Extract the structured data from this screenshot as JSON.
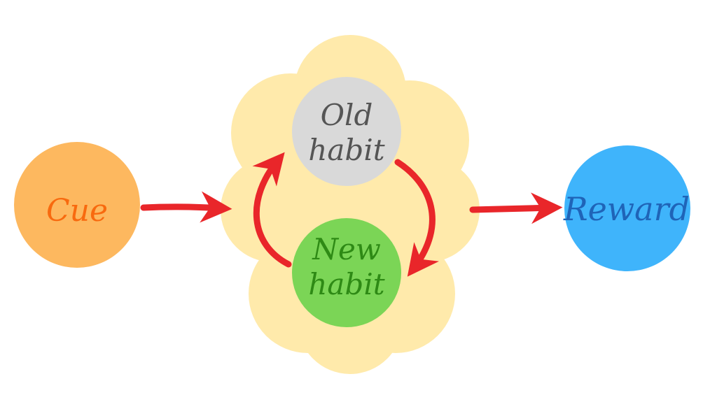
{
  "nodes": {
    "cue": {
      "line1": "Cue",
      "fill": "#FDB85F",
      "text_color": "#F86A0F"
    },
    "old_habit": {
      "line1": "Old",
      "line2": "habit",
      "fill": "#D9D9D9",
      "text_color": "#555555"
    },
    "new_habit": {
      "line1": "New",
      "line2": "habit",
      "fill": "#7BD556",
      "text_color": "#2E8A15"
    },
    "reward": {
      "line1": "Reward",
      "fill": "#3FB4FB",
      "text_color": "#1F64B8"
    }
  },
  "cloud": {
    "fill": "#FFEAAB"
  },
  "arrows": {
    "color": "#E9262A"
  }
}
